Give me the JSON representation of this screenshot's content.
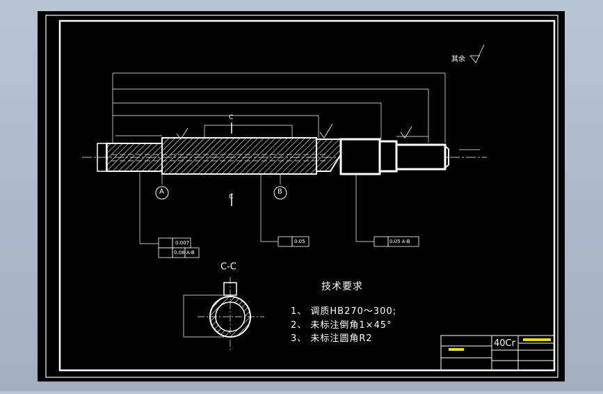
{
  "notes": {
    "title": "技术要求",
    "items": [
      "1、 调质HB270～300;",
      "2、 未标注倒角1×45°",
      "3、 未标注圆角R2"
    ]
  },
  "section_label": "C-C",
  "datum_labels": [
    "A",
    "B"
  ],
  "section_marks": [
    "C",
    "C"
  ],
  "roughness_other": "其余",
  "title_block": {
    "material": "40Cr"
  },
  "tolerance_values": [
    "0.007",
    "0.08",
    "A-B",
    "0.05",
    "0.05 A-B"
  ],
  "colors": {
    "background": "#000000",
    "lines": "#ffffff",
    "frame_outer": "#b0bccb",
    "title_yellow": "#f0e000"
  }
}
